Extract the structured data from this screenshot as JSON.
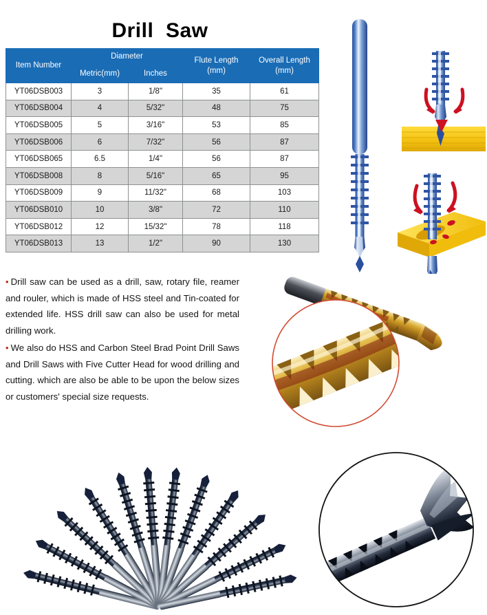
{
  "title": "Drill  Saw",
  "table": {
    "header_top": {
      "item_number": "Item Number",
      "diameter": "Diameter",
      "flute_length": "Flute Length\n(mm)",
      "flute_length_l1": "Flute Length",
      "flute_length_l2": "(mm)",
      "overall_length_l1": "Overall Length",
      "overall_length_l2": "(mm)"
    },
    "header_sub": {
      "metric": "Metric(mm)",
      "inches": "Inches"
    },
    "rows": [
      {
        "item": "YT06DSB003",
        "metric": "3",
        "inches": "1/8\"",
        "flute": "35",
        "overall": "61"
      },
      {
        "item": "YT06DSB004",
        "metric": "4",
        "inches": "5/32\"",
        "flute": "48",
        "overall": "75"
      },
      {
        "item": "YT06DSB005",
        "metric": "5",
        "inches": "3/16\"",
        "flute": "53",
        "overall": "85"
      },
      {
        "item": "YT06DSB006",
        "metric": "6",
        "inches": "7/32\"",
        "flute": "56",
        "overall": "87"
      },
      {
        "item": "YT06DSB065",
        "metric": "6.5",
        "inches": "1/4\"",
        "flute": "56",
        "overall": "87"
      },
      {
        "item": "YT06DSB008",
        "metric": "8",
        "inches": "5/16\"",
        "flute": "65",
        "overall": "95"
      },
      {
        "item": "YT06DSB009",
        "metric": "9",
        "inches": "11/32\"",
        "flute": "68",
        "overall": "103"
      },
      {
        "item": "YT06DSB010",
        "metric": "10",
        "inches": "3/8\"",
        "flute": "72",
        "overall": "110"
      },
      {
        "item": "YT06DSB012",
        "metric": "12",
        "inches": "15/32\"",
        "flute": "78",
        "overall": "118"
      },
      {
        "item": "YT06DSB013",
        "metric": "13",
        "inches": "1/2\"",
        "flute": "90",
        "overall": "130"
      }
    ]
  },
  "description": {
    "bullet_glyph": "•",
    "paragraph_1": "Drill saw can be used as a drill, saw, rotary file, reamer and rouler, which is made of HSS steel and Tin-coated for extended life. HSS drill saw can also be used for metal drilling work.",
    "paragraph_2": "We also do HSS and Carbon Steel Brad Point Drill Saws and Drill Saws with Five Cutter Head for wood drilling and cutting. which are also be able to be upon the below sizes or customers' special size requests."
  },
  "colors": {
    "header_blue": "#1a6cb5",
    "row_gray": "#d5d5d5",
    "row_white": "#ffffff",
    "bullet_red": "#b32a18",
    "illustration_blue": "#2f55a4",
    "wood_yellow": "#f5c518",
    "arrow_red": "#cc1122",
    "tin_gold": "#c8941f",
    "magnifier_outline": "#d04a32",
    "inset_outline": "#111111"
  },
  "illustrations": {
    "blue_diagram": "drill-saw-line-drawing-with-wood-drilling-diagrams",
    "gold_photo": "tin-coated-drill-saw-with-magnified-teeth-circle",
    "fan_photo": "fan-of-twelve-drill-saw-bits",
    "circle_inset": "drill-saw-tip-closeup-circle"
  }
}
